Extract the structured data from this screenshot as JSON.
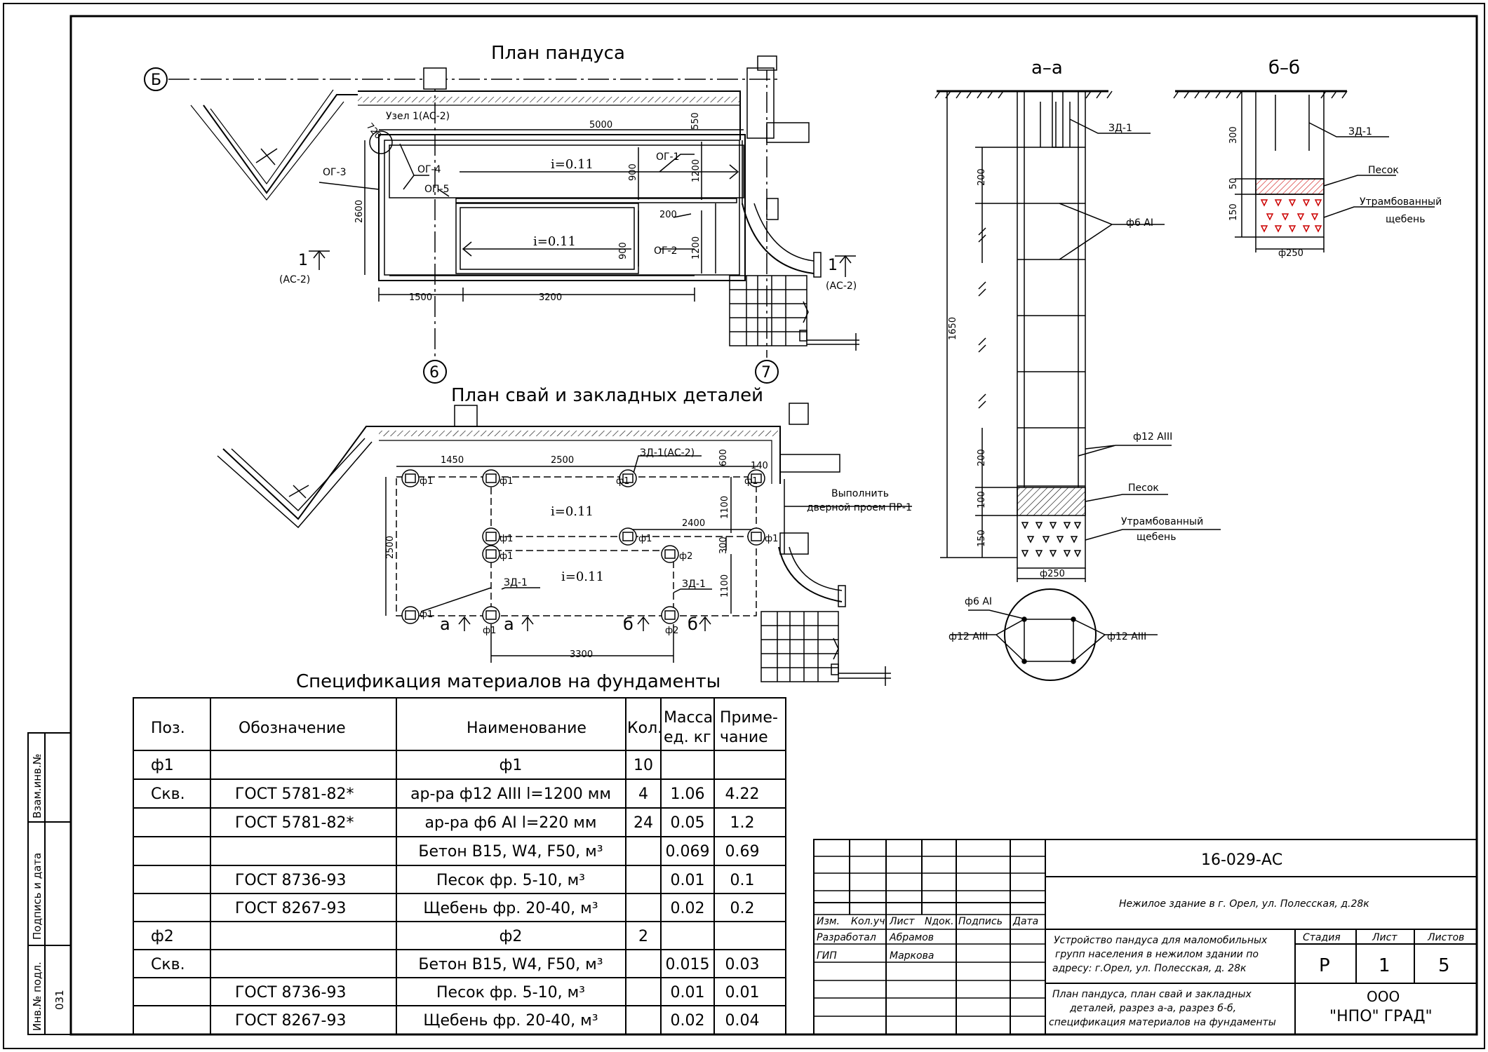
{
  "titles": {
    "ramp_plan": "План пандуса",
    "piles_plan": "План свай и закладных деталей",
    "section_aa": "а–а",
    "section_bb": "б–б",
    "spec": "Спецификация материалов на фундаменты"
  },
  "ramp_plan": {
    "axis_b": "Б",
    "axis_6": "6",
    "axis_7": "7",
    "node": "Узел 1(АС-2)",
    "dims": {
      "d720": "720",
      "d5000": "5000",
      "d550": "550",
      "d900a": "900",
      "d1200a": "1200",
      "d2600": "2600",
      "d200": "200",
      "d900b": "900",
      "d1200b": "1200",
      "d1500": "1500",
      "d3200": "3200"
    },
    "slopes": {
      "s1": "i=0.11",
      "s2": "i=0.11"
    },
    "labels": {
      "og1": "ОГ-1",
      "og2": "ОГ-2",
      "og3": "ОГ-3",
      "og4": "ОГ-4",
      "og5": "ОП-5"
    },
    "cut_left": "1",
    "cut_left_ref": "(АС-2)",
    "cut_right": "1",
    "cut_right_ref": "(АС-2)"
  },
  "piles_plan": {
    "dims": {
      "d1450": "1450",
      "d2500a": "2500",
      "d600": "600",
      "d140": "140",
      "d1100a": "1100",
      "d2400": "2400",
      "d300": "300",
      "d2500b": "2500",
      "d1100b": "1100",
      "d3300": "3300"
    },
    "slopes": {
      "s1": "i=0.11",
      "s2": "i=0.11"
    },
    "zd1_top": "ЗД-1(АС-2)",
    "zd1_a": "ЗД-1",
    "zd1_b": "ЗД-1",
    "phi1": "ф1",
    "phi2": "ф2",
    "cut_a": "а",
    "cut_b": "б",
    "door_note_1": "Выполнить",
    "door_note_2": "дверной проем ПР-1"
  },
  "section_aa": {
    "zd1": "ЗД-1",
    "phi6": "ф6 AI",
    "phi12": "ф12 AIII",
    "sand": "Песок",
    "gravel_1": "Утрамбованный",
    "gravel_2": "щебень",
    "diam": "ф250",
    "dims": {
      "d1650": "1650",
      "d200a": "200",
      "d200b": "200",
      "d100": "100",
      "d150": "150"
    }
  },
  "section_bb": {
    "zd1": "ЗД-1",
    "sand": "Песок",
    "gravel_1": "Утрамбованный",
    "gravel_2": "щебень",
    "diam": "ф250",
    "dims": {
      "d300": "300",
      "d50": "50",
      "d150": "150"
    }
  },
  "cross_section": {
    "phi6": "ф6 AI",
    "phi12_l": "ф12 AIII",
    "phi12_r": "ф12 AIII"
  },
  "spec": {
    "headers": {
      "pos": "Поз.",
      "designation": "Обозначение",
      "name": "Наименование",
      "qty": "Кол.",
      "mass_1": "Масса",
      "mass_2": "ед. кг",
      "note_1": "Приме-",
      "note_2": "чание"
    },
    "rows": [
      {
        "pos": "ф1",
        "designation": "",
        "name": "ф1",
        "qty": "10",
        "mass": "",
        "note": ""
      },
      {
        "pos": "Скв.",
        "designation": "ГОСТ 5781-82*",
        "name": "ар-ра ф12 AIII l=1200 мм",
        "qty": "4",
        "mass": "1.06",
        "note": "4.22"
      },
      {
        "pos": "",
        "designation": "ГОСТ 5781-82*",
        "name": "ар-ра ф6 AI l=220 мм",
        "qty": "24",
        "mass": "0.05",
        "note": "1.2"
      },
      {
        "pos": "",
        "designation": "",
        "name": "Бетон В15, W4, F50, м³",
        "qty": "",
        "mass": "0.069",
        "note": "0.69"
      },
      {
        "pos": "",
        "designation": "ГОСТ 8736-93",
        "name": "Песок фр. 5-10, м³",
        "qty": "",
        "mass": "0.01",
        "note": "0.1"
      },
      {
        "pos": "",
        "designation": "ГОСТ 8267-93",
        "name": "Щебень фр. 20-40, м³",
        "qty": "",
        "mass": "0.02",
        "note": "0.2"
      },
      {
        "pos": "ф2",
        "designation": "",
        "name": "ф2",
        "qty": "2",
        "mass": "",
        "note": ""
      },
      {
        "pos": "Скв.",
        "designation": "",
        "name": "Бетон В15, W4, F50, м³",
        "qty": "",
        "mass": "0.015",
        "note": "0.03"
      },
      {
        "pos": "",
        "designation": "ГОСТ 8736-93",
        "name": "Песок фр. 5-10, м³",
        "qty": "",
        "mass": "0.01",
        "note": "0.01"
      },
      {
        "pos": "",
        "designation": "ГОСТ 8267-93",
        "name": "Щебень фр. 20-40, м³",
        "qty": "",
        "mass": "0.02",
        "note": "0.04"
      }
    ]
  },
  "title_block": {
    "code": "16-029-АС",
    "object": "Нежилое здание в г. Орел, ул. Полесская, д.28к",
    "cols": {
      "izm": "Изм.",
      "kol": "Кол.уч.",
      "list": "Лист",
      "ndok": "Nдок.",
      "podpis": "Подпись",
      "data": "Дата"
    },
    "developed_role": "Разработал",
    "developed_name": "Абрамов",
    "gip_role": "ГИП",
    "gip_name": "Маркова",
    "project_1": "Устройство пандуса для маломобильных",
    "project_2": "групп населения в нежилом здании по",
    "project_3": "адресу: г.Орел, ул. Полесская, д. 28к",
    "stage_h": "Стадия",
    "sheet_h": "Лист",
    "sheets_h": "Листов",
    "stage": "Р",
    "sheet": "1",
    "sheets": "5",
    "contents_1": "План пандуса, план свай и закладных",
    "contents_2": "деталей, разрез а-а, разрез б-б,",
    "contents_3": "спецификация материалов на фундаменты",
    "org_1": "ООО",
    "org_2": "\"НПО\" ГРАД\""
  },
  "side_stamp": {
    "vzam": "Взам.инв.№",
    "podpis": "Подпись и дата",
    "inv": "Инв.№ подл.",
    "inv_no": "031"
  }
}
